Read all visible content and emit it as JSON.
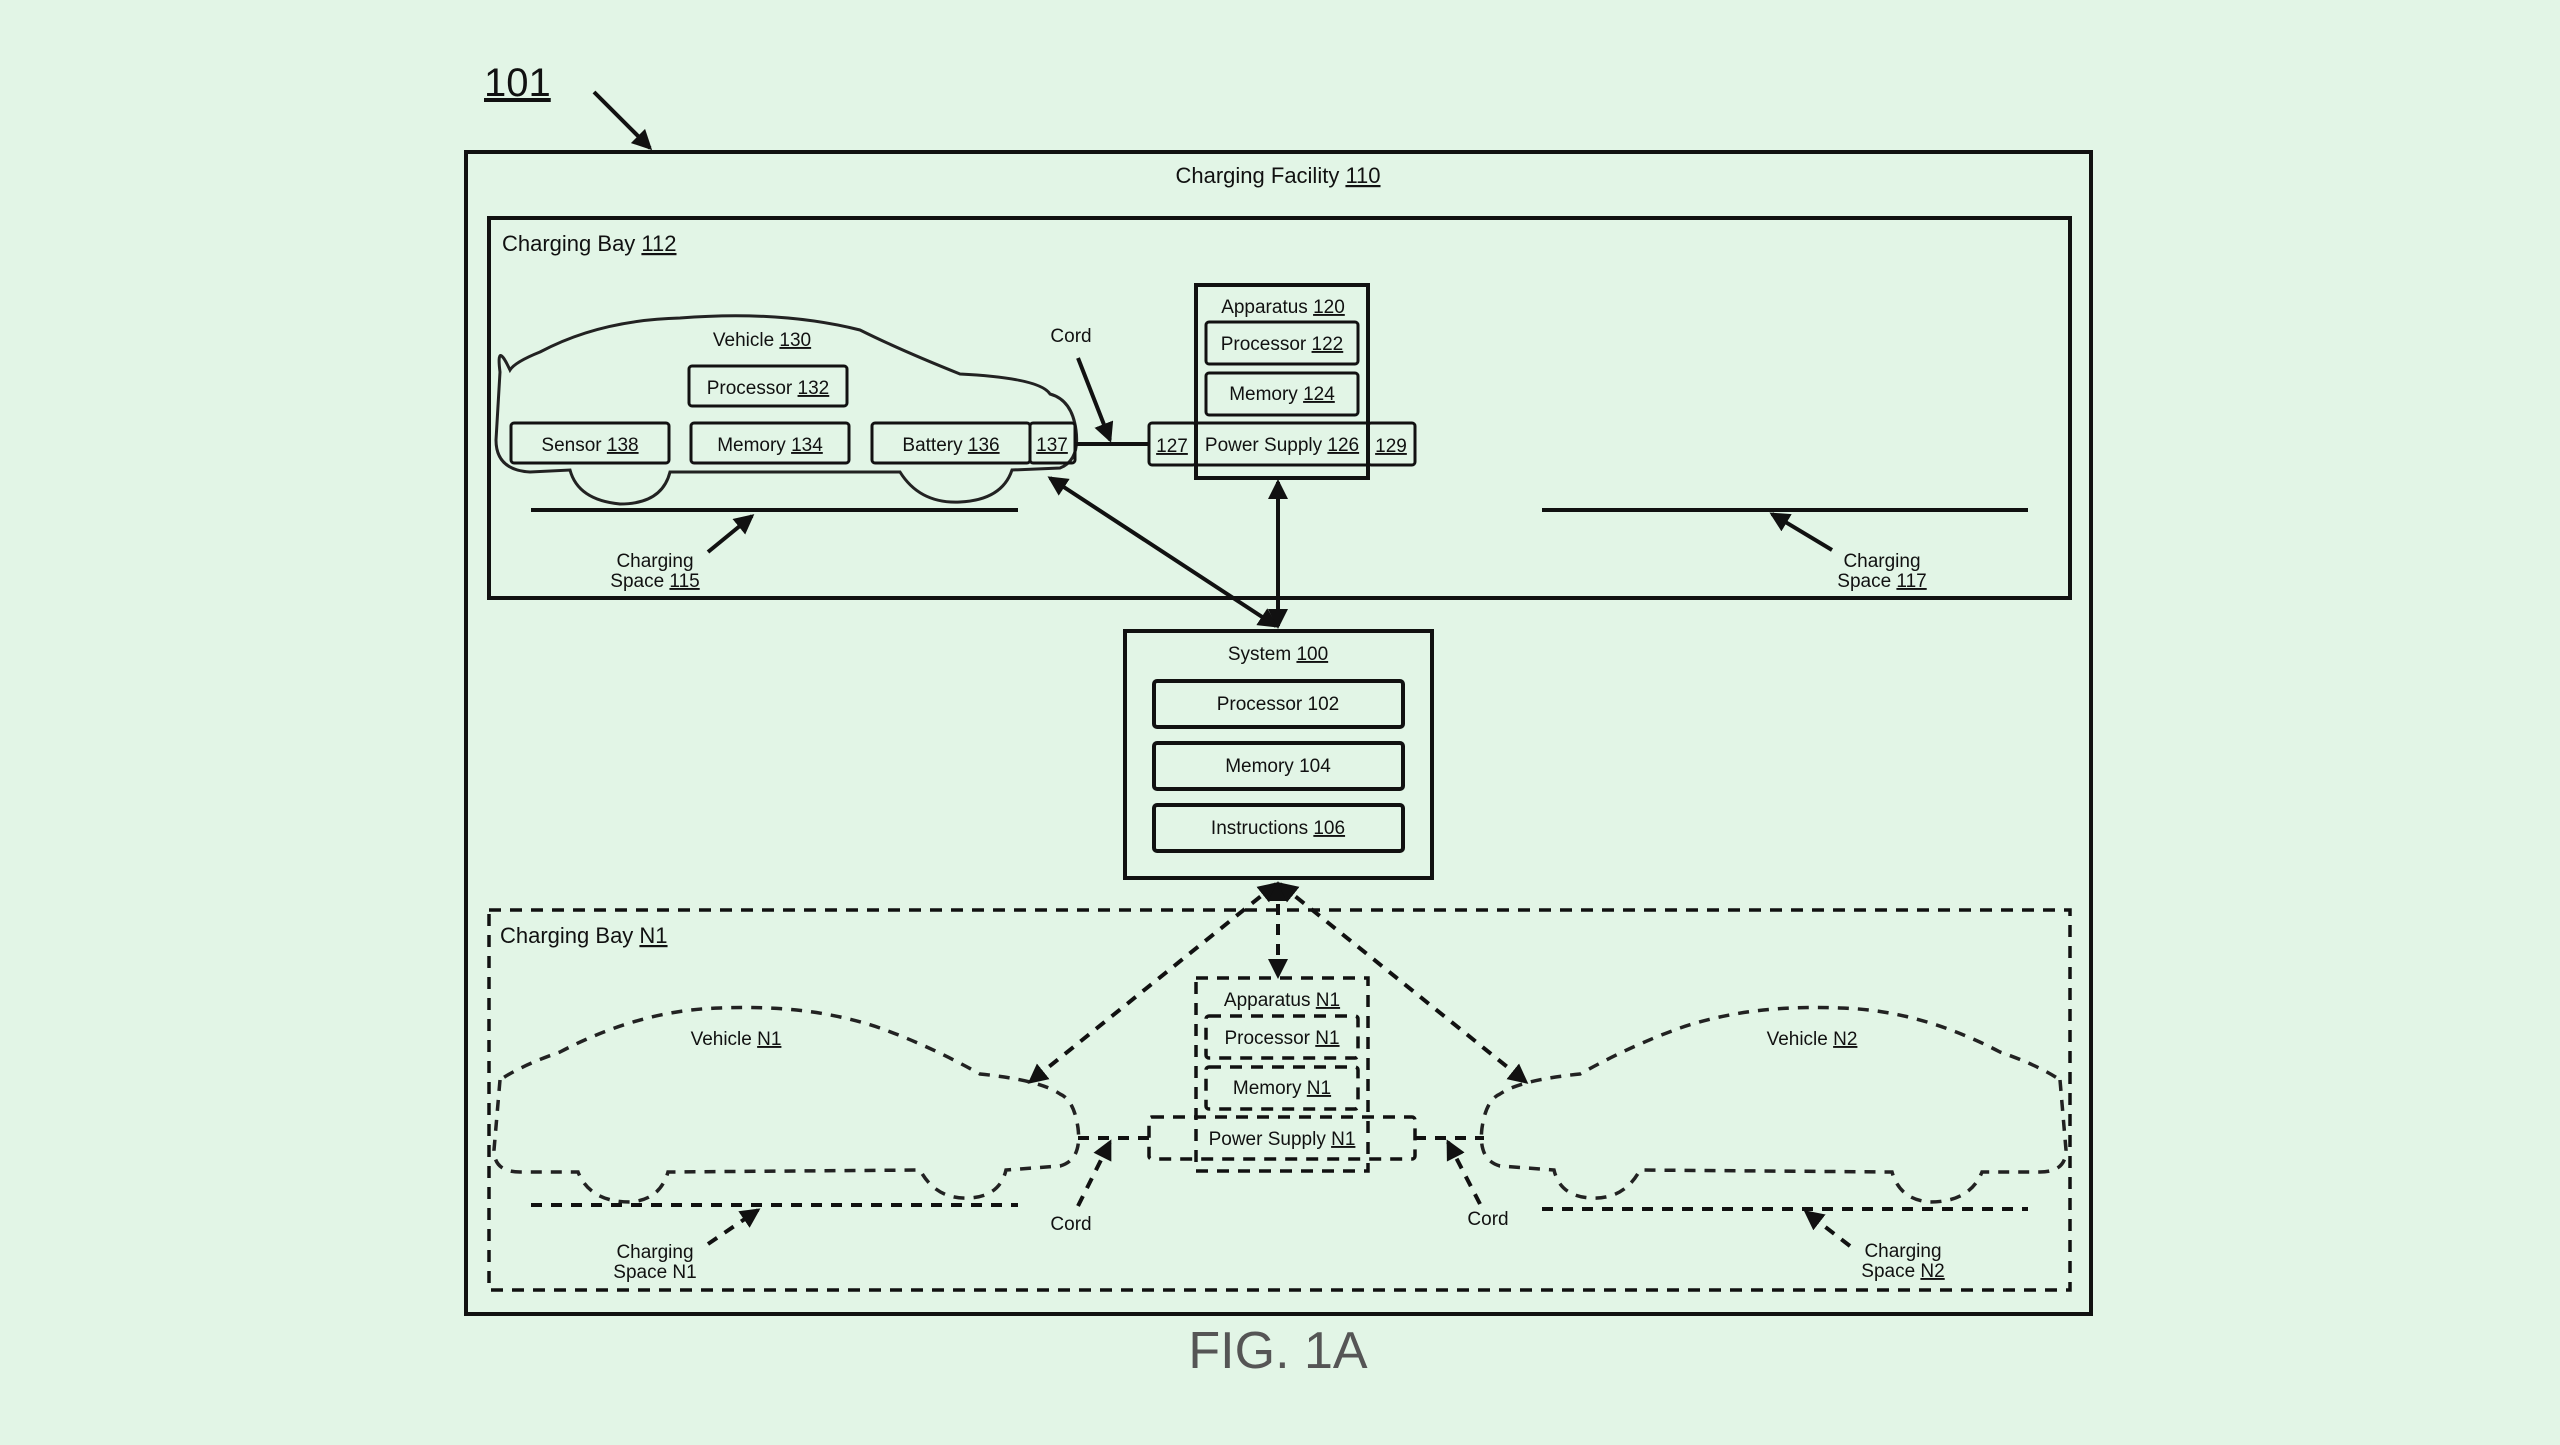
{
  "figure": {
    "ref": "101",
    "caption": "FIG. 1A"
  },
  "facility": {
    "label": "Charging Facility ",
    "num": "110"
  },
  "bay112": {
    "label": "Charging Bay ",
    "num": "112",
    "vehicle": {
      "label": "Vehicle ",
      "num": "130"
    },
    "vehicle_processor": {
      "label": "Processor ",
      "num": "132"
    },
    "sensor": {
      "label": "Sensor ",
      "num": "138"
    },
    "vehicle_memory": {
      "label": "Memory ",
      "num": "134"
    },
    "battery": {
      "label": "Battery ",
      "num": "136"
    },
    "port137": "137",
    "port127": "127",
    "port129": "129",
    "cord": "Cord",
    "apparatus": {
      "label": "Apparatus ",
      "num": "120"
    },
    "apparatus_processor": {
      "label": "Processor ",
      "num": "122"
    },
    "apparatus_memory": {
      "label": "Memory ",
      "num": "124"
    },
    "power_supply": {
      "label": "Power Supply ",
      "num": "126"
    },
    "space115": {
      "line1": "Charging",
      "line2": "Space ",
      "num": "115"
    },
    "space117": {
      "line1": "Charging",
      "line2": "Space ",
      "num": "117"
    }
  },
  "system": {
    "label": "System ",
    "num": "100",
    "processor": "Processor 102",
    "memory": "Memory 104",
    "instructions": {
      "label": "Instructions ",
      "num": "106"
    }
  },
  "bayN1": {
    "label": "Charging Bay ",
    "num": "N1",
    "vehicleN1": {
      "label": "Vehicle ",
      "num": "N1"
    },
    "vehicleN2": {
      "label": "Vehicle ",
      "num": "N2"
    },
    "apparatus": {
      "label": "Apparatus ",
      "num": "N1"
    },
    "processor": {
      "label": "Processor ",
      "num": "N1"
    },
    "memory": {
      "label": "Memory ",
      "num": "N1"
    },
    "power_supply": {
      "label": "Power Supply ",
      "num": "N1"
    },
    "cord_left": "Cord",
    "cord_right": "Cord",
    "spaceN1": {
      "line1": "Charging",
      "line2": "Space N1"
    },
    "spaceN2": {
      "line1": "Charging",
      "line2": "Space ",
      "num": "N2"
    }
  }
}
